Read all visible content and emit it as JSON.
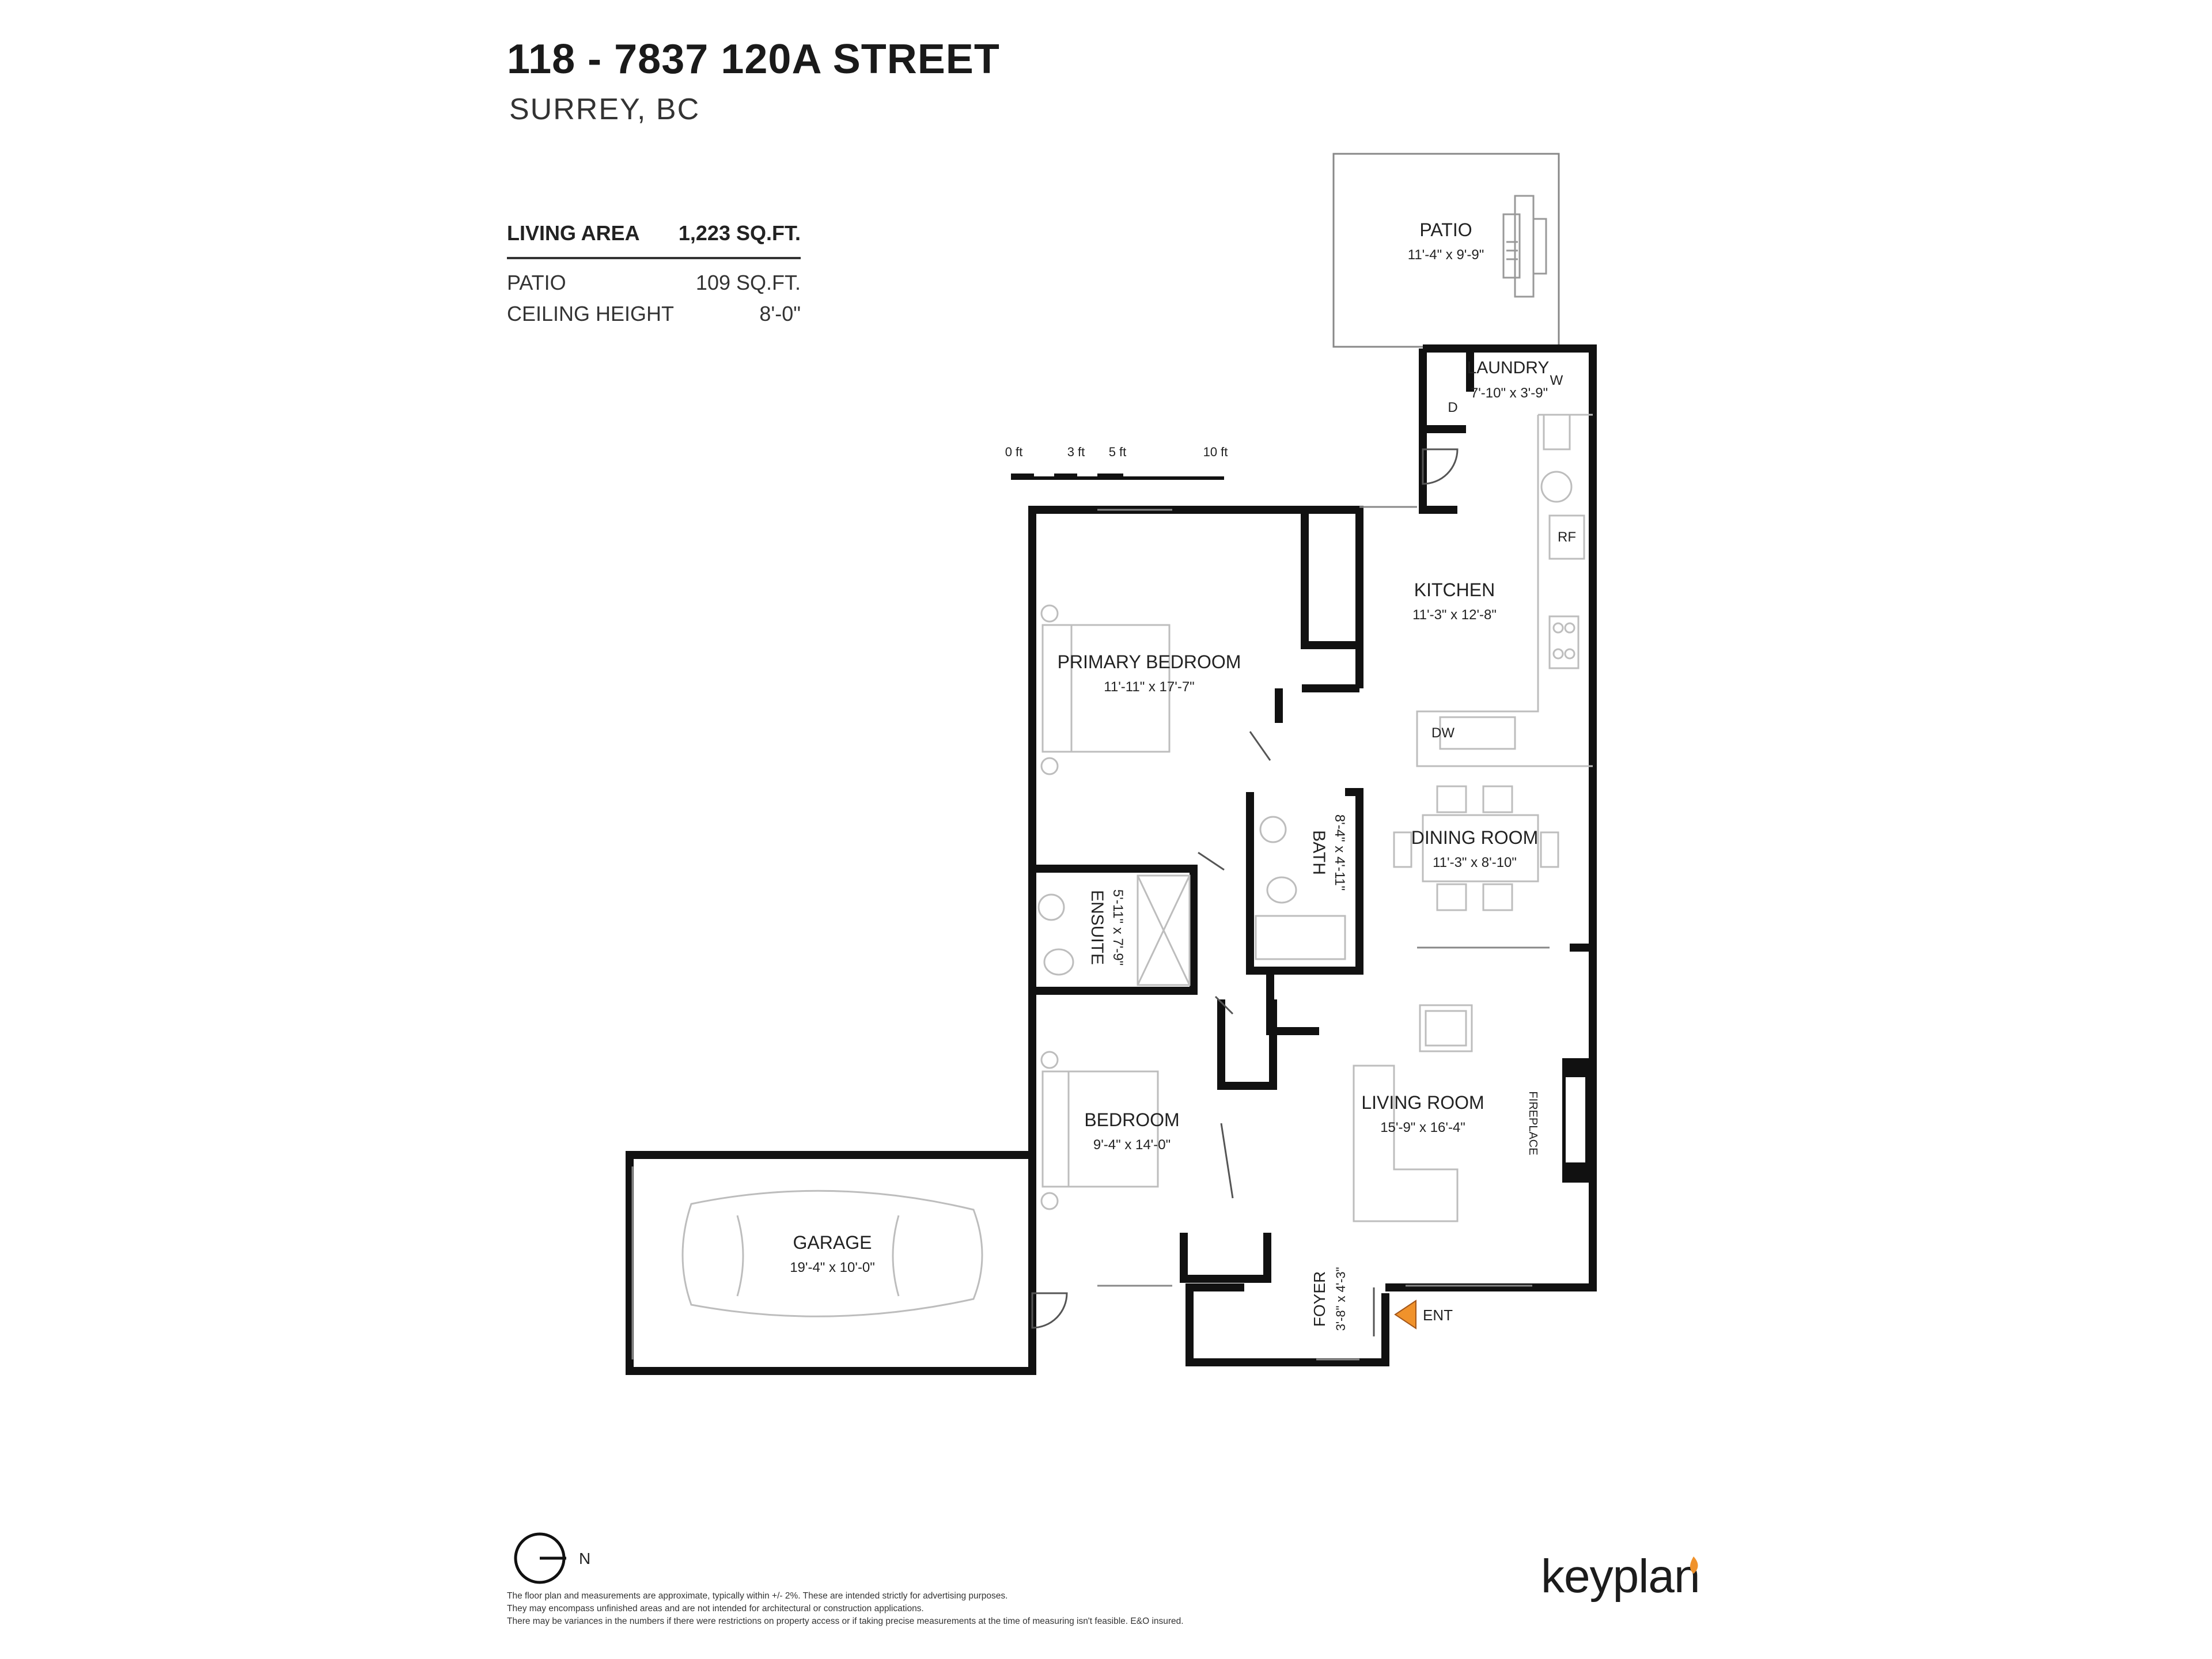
{
  "header": {
    "address": "118 - 7837 120A STREET",
    "city": "SURREY, BC"
  },
  "stats": [
    {
      "label": "LIVING AREA",
      "value": "1,223 SQ.FT."
    },
    {
      "label": "PATIO",
      "value": "109 SQ.FT."
    },
    {
      "label": "CEILING HEIGHT",
      "value": "8'-0\""
    }
  ],
  "scale": {
    "labels": [
      "0 ft",
      "3 ft",
      "5 ft",
      "10 ft"
    ]
  },
  "rooms": {
    "patio": {
      "name": "PATIO",
      "dims": "11'-4\"  x  9'-9\""
    },
    "laundry": {
      "name": "LAUNDRY",
      "dims": "7'-10\" x 3'-9\""
    },
    "kitchen": {
      "name": "KITCHEN",
      "dims": "11'-3\"  x  12'-8\""
    },
    "primary_bedroom": {
      "name": "PRIMARY BEDROOM",
      "dims": "11'-11\"  x  17'-7\""
    },
    "bath": {
      "name": "BATH",
      "dims": "8'-4\" x 4'-11\""
    },
    "dining_room": {
      "name": "DINING ROOM",
      "dims": "11'-3\"  x  8'-10\""
    },
    "ensuite": {
      "name": "ENSUITE",
      "dims": "5'-11\" x 7'-9\""
    },
    "bedroom": {
      "name": "BEDROOM",
      "dims": "9'-4\"  x  14'-0\""
    },
    "living_room": {
      "name": "LIVING ROOM",
      "dims": "15'-9\"  x  16'-4\""
    },
    "garage": {
      "name": "GARAGE",
      "dims": "19'-4\"  x  10'-0\""
    },
    "foyer": {
      "name": "FOYER",
      "dims": "3'-8\" x 4'-3\""
    }
  },
  "fixtures": {
    "washer": "W",
    "dryer": "D",
    "fridge": "RF",
    "dishwasher": "DW",
    "fireplace": "FIREPLACE",
    "entry": "ENT"
  },
  "compass": {
    "label": "N"
  },
  "disclaimer": [
    "The floor plan and measurements are approximate, typically within +/- 2%. These are intended strictly for advertising purposes.",
    "They may encompass unfinished areas and are not intended for architectural or construction applications.",
    "There may be variances in the numbers if there were restrictions on property access or if taking precise measurements at the time of measuring isn't feasible. E&O insured."
  ],
  "brand": {
    "name": "keyplan"
  },
  "colors": {
    "wall": "#111111",
    "furniture": "#bdbdbd",
    "accent": "#f0922b"
  }
}
